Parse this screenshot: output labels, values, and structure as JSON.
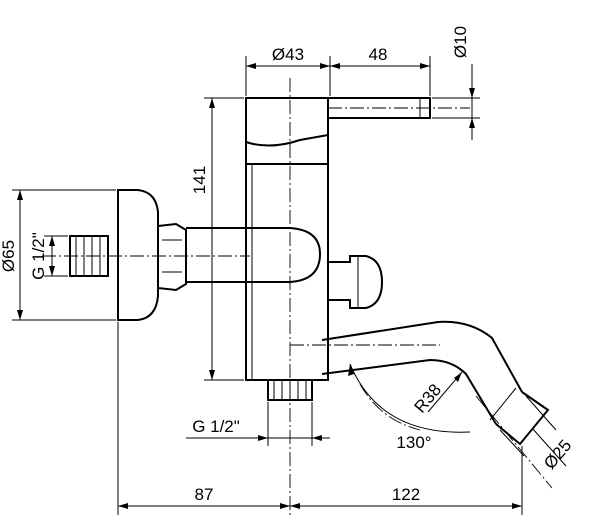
{
  "dimensions": {
    "body_diameter": "Ø43",
    "lever_length": "48",
    "lever_diameter": "Ø10",
    "height": "141",
    "flange_diameter": "Ø65",
    "inlet_thread": "G 1/2\"",
    "outlet_thread": "G 1/2\"",
    "wall_to_center": "87",
    "center_to_spout": "122",
    "spout_radius": "R38",
    "spout_angle": "130°",
    "spout_diameter": "Ø25"
  }
}
